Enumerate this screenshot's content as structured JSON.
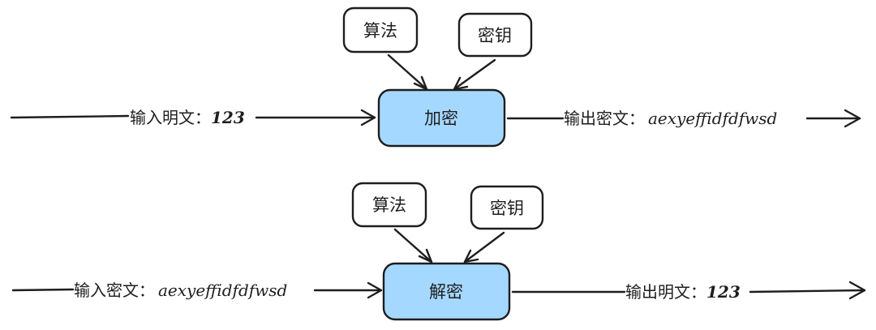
{
  "encrypt": {
    "algorithm_label": "算法",
    "key_label": "密钥",
    "process_label": "加密",
    "input_prefix": "输入明文：",
    "input_value": "123",
    "output_prefix": "输出密文：",
    "output_value": "aexyeffidfdfwsd"
  },
  "decrypt": {
    "algorithm_label": "算法",
    "key_label": "密钥",
    "process_label": "解密",
    "input_prefix": "输入密文：",
    "input_value": "aexyeffidfdfwsd",
    "output_prefix": "输出明文：",
    "output_value": "123"
  },
  "colors": {
    "process_fill": "#a5d8ff",
    "stroke": "#1e1e1e"
  }
}
